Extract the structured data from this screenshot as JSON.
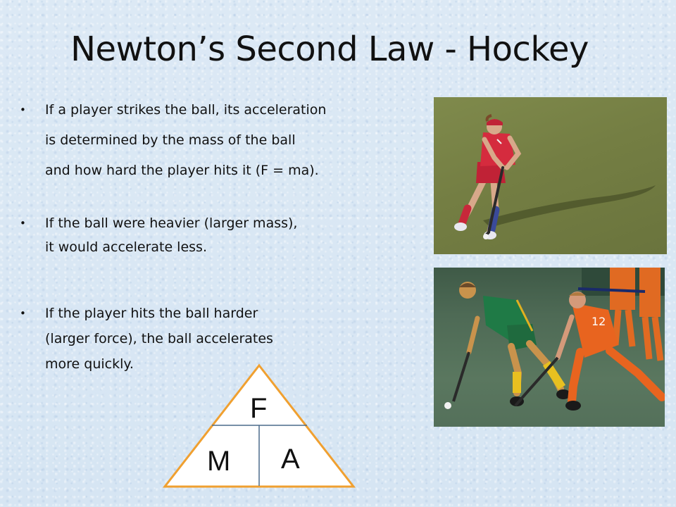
{
  "slide": {
    "title": "Newton’s Second Law - Hockey",
    "bullets": [
      {
        "marker": "•",
        "lines": [
          "If a player strikes the ball, its acceleration",
          "is determined by the mass of the ball",
          "and how hard the player hits it (F = ma)."
        ]
      },
      {
        "marker": "•",
        "lines": [
          "If the ball were heavier (larger mass),",
          "it would accelerate less."
        ]
      },
      {
        "marker": "•",
        "lines": [
          "If the player hits the ball harder",
          "(larger force), the ball accelerates",
          "more quickly."
        ]
      }
    ],
    "formula_triangle": {
      "top": "F",
      "bottom_left": "M",
      "bottom_right": "A",
      "fill": "#ffffff",
      "stroke": "#f0a030",
      "divider": "#4a6a8a"
    },
    "photos": {
      "photo_1_subject": "female hockey player in red uniform dribbling ball",
      "photo_2_subject": "hockey players in green/gold and orange uniforms contesting ball"
    },
    "colors": {
      "background": "#dbe8f4",
      "text": "#111111"
    }
  }
}
